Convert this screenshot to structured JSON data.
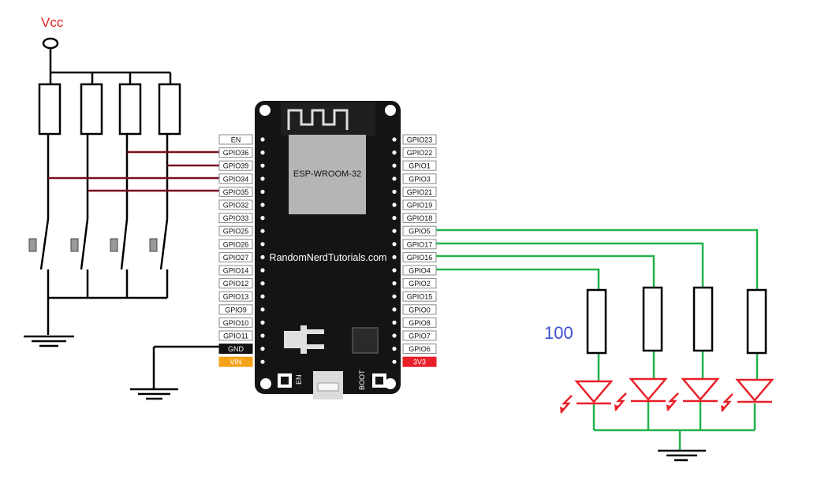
{
  "vcc_label": "Vcc",
  "resistor_value": "100",
  "board": {
    "module_label": "ESP-WROOM-32",
    "brand_label": "RandomNerdTutorials.com",
    "en_button_label": "EN",
    "boot_button_label": "BOOT"
  },
  "left_pins": [
    "EN",
    "GPIO36",
    "GPIO39",
    "GPIO34",
    "GPIO35",
    "GPIO32",
    "GPIO33",
    "GPIO25",
    "GPIO26",
    "GPIO27",
    "GPIO14",
    "GPIO12",
    "GPIO13",
    "GPIO9",
    "GPIO10",
    "GPIO11",
    "GND",
    "VIN"
  ],
  "right_pins": [
    "GPIO23",
    "GPIO22",
    "GPIO1",
    "GPIO3",
    "GPIO21",
    "GPIO19",
    "GPIO18",
    "GPIO5",
    "GPIO17",
    "GPIO16",
    "GPIO4",
    "GPIO2",
    "GPIO15",
    "GPIO0",
    "GPIO8",
    "GPIO7",
    "GPIO6",
    "3V3"
  ],
  "colors": {
    "button_wire": "#7a0f1e",
    "led_wire": "#22b24c",
    "led": "#e8202a",
    "vcc_text": "#e02020",
    "resistor_text": "#3a4fd0",
    "gnd_pin_bg": "#111111",
    "vin_pin_bg": "#f5a21b",
    "v3_pin_bg": "#e8202a"
  }
}
